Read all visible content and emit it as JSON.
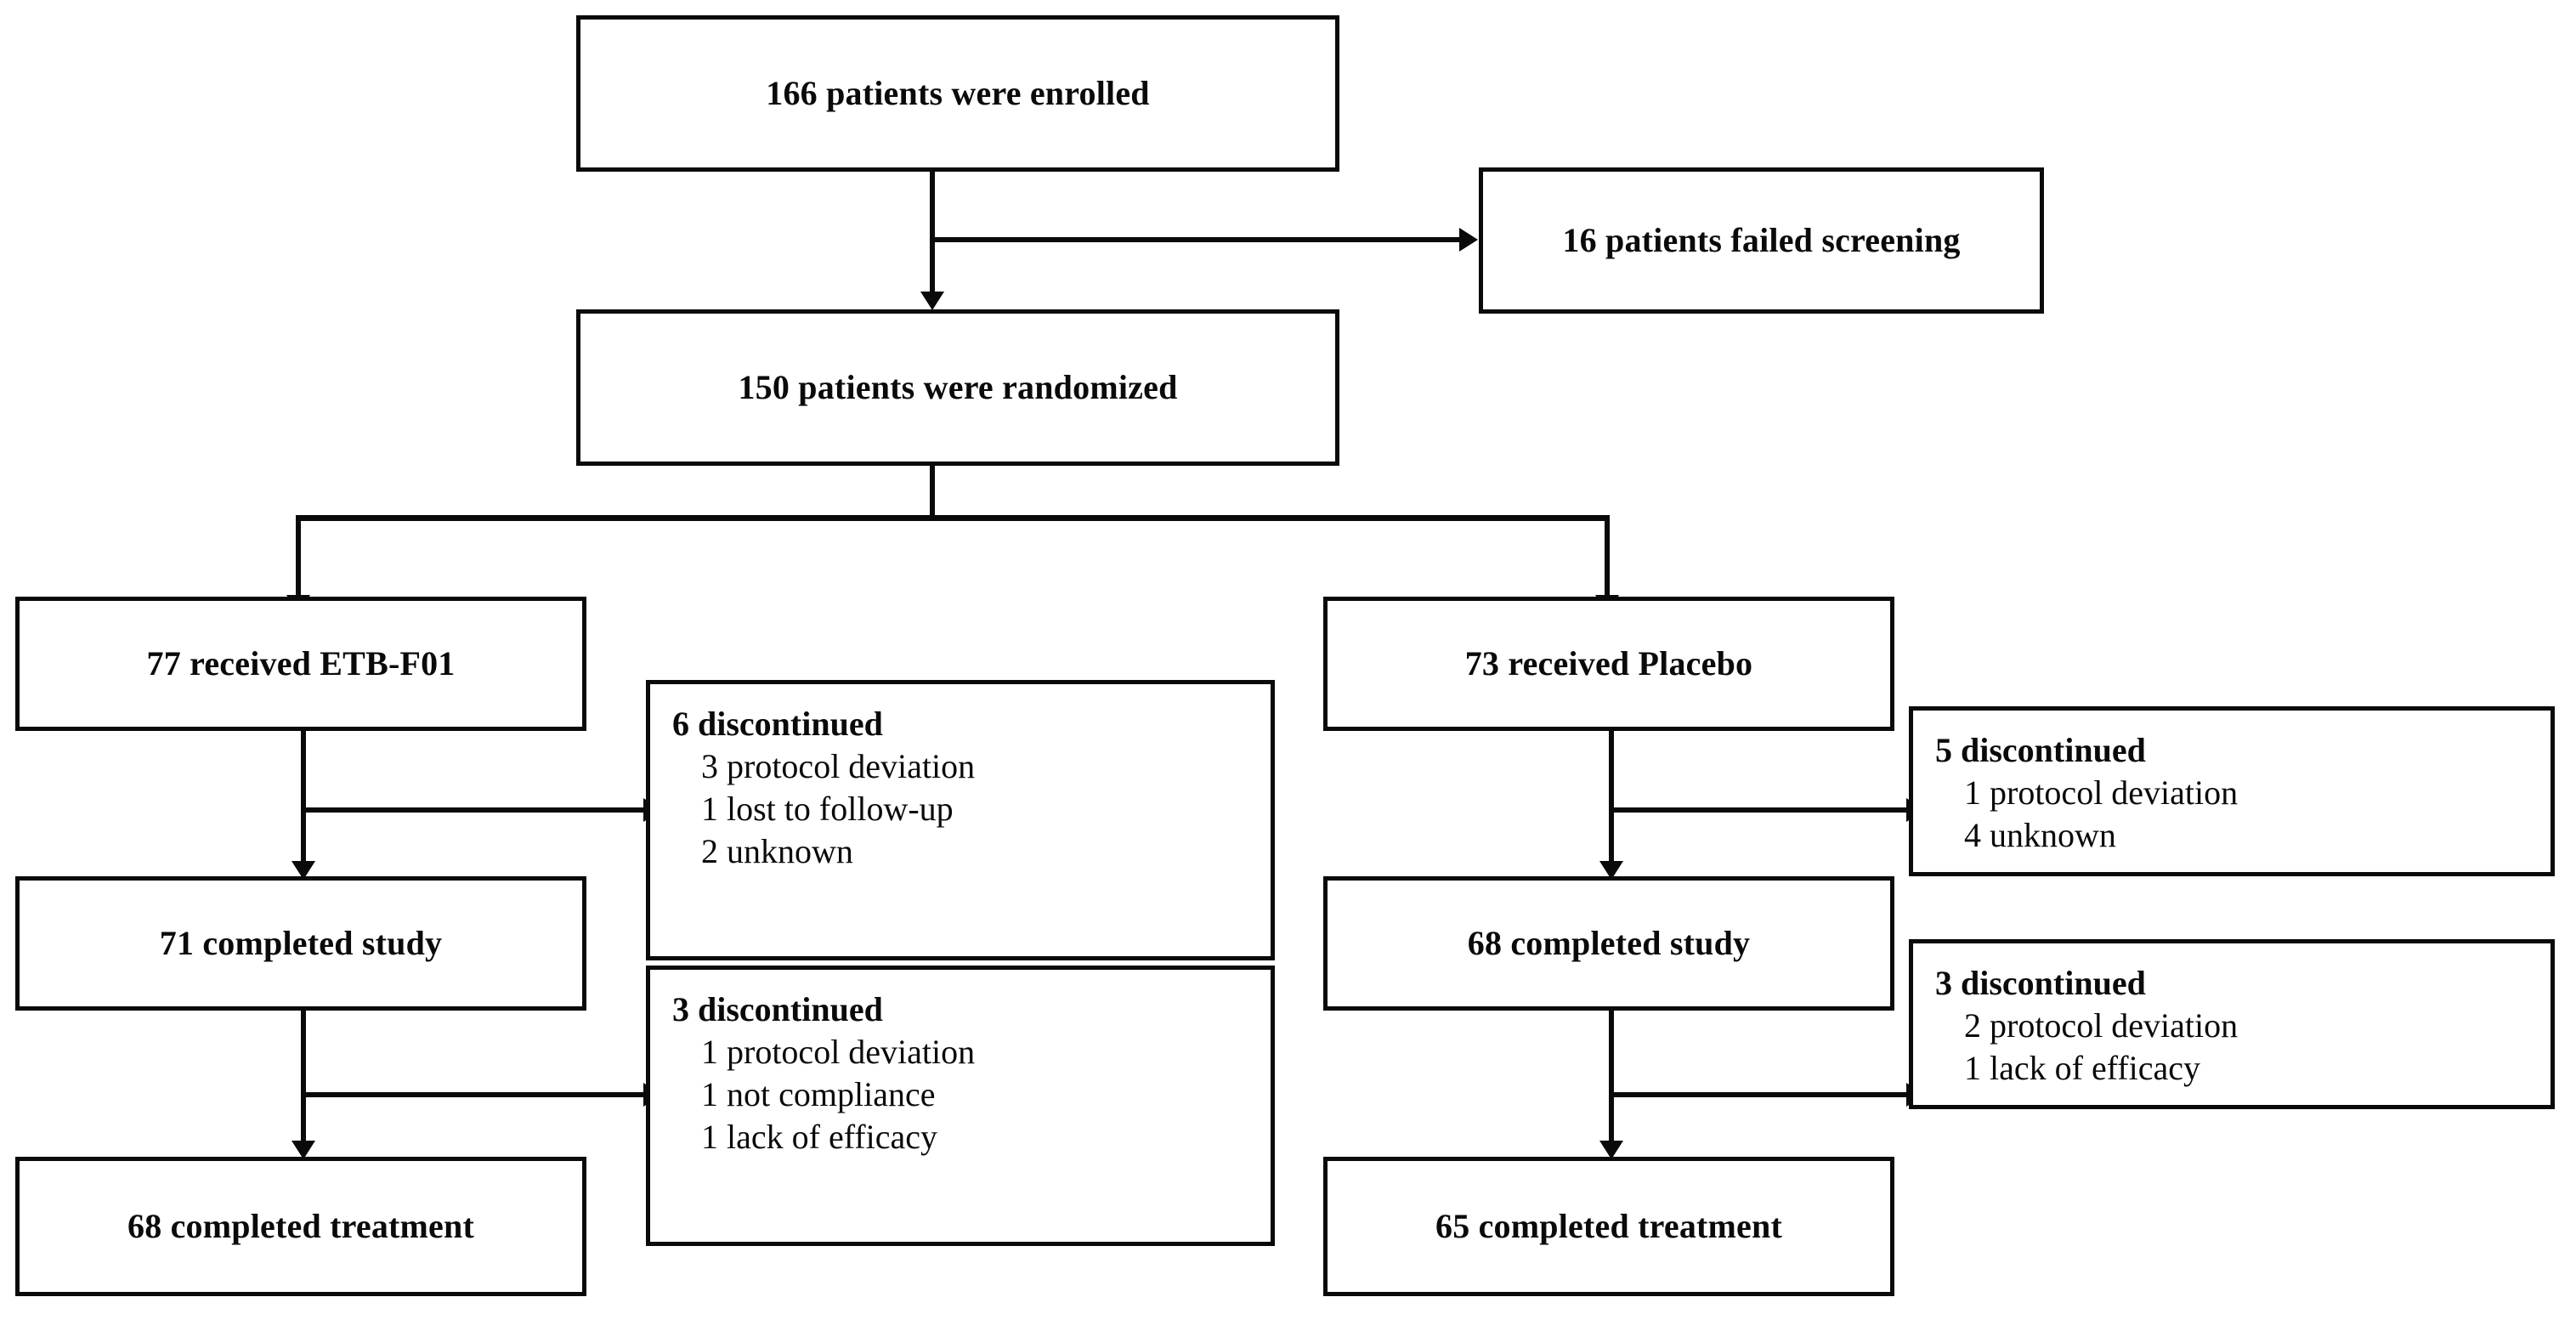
{
  "chart_data": {
    "type": "diagram",
    "title": "CONSORT patient disposition flow diagram",
    "nodes": [
      {
        "id": "enrolled",
        "text": "166 patients were enrolled"
      },
      {
        "id": "screen_fail",
        "text": "16 patients failed screening"
      },
      {
        "id": "randomized",
        "text": "150 patients were randomized"
      },
      {
        "id": "arm_treatment",
        "text": "77 received ETB-F01"
      },
      {
        "id": "arm_placebo",
        "text": "73 received Placebo"
      },
      {
        "id": "tx_disc_1",
        "head": "6 discontinued",
        "items": [
          "3 protocol deviation",
          "1 lost to follow-up",
          "2 unknown"
        ]
      },
      {
        "id": "tx_completed_study",
        "text": "71 completed study"
      },
      {
        "id": "tx_disc_2",
        "head": "3 discontinued",
        "items": [
          "1 protocol deviation",
          "1 not compliance",
          "1 lack of efficacy"
        ]
      },
      {
        "id": "tx_completed_tx",
        "text": "68 completed treatment"
      },
      {
        "id": "pb_disc_1",
        "head": "5 discontinued",
        "items": [
          "1 protocol deviation",
          "4 unknown"
        ]
      },
      {
        "id": "pb_completed_study",
        "text": "68 completed study"
      },
      {
        "id": "pb_disc_2",
        "head": "3 discontinued",
        "items": [
          "2 protocol deviation",
          "1 lack of efficacy"
        ]
      },
      {
        "id": "pb_completed_tx",
        "text": "65 completed treatment"
      }
    ],
    "edges": [
      {
        "from": "enrolled",
        "to": "screen_fail",
        "style": "elbow-right"
      },
      {
        "from": "enrolled",
        "to": "randomized",
        "style": "straight-down"
      },
      {
        "from": "randomized",
        "to": "arm_treatment",
        "style": "split-down"
      },
      {
        "from": "randomized",
        "to": "arm_placebo",
        "style": "split-down"
      },
      {
        "from": "arm_treatment",
        "to": "tx_disc_1",
        "style": "elbow-right"
      },
      {
        "from": "arm_treatment",
        "to": "tx_completed_study",
        "style": "straight-down"
      },
      {
        "from": "tx_completed_study",
        "to": "tx_disc_2",
        "style": "elbow-right"
      },
      {
        "from": "tx_completed_study",
        "to": "tx_completed_tx",
        "style": "straight-down"
      },
      {
        "from": "arm_placebo",
        "to": "pb_disc_1",
        "style": "elbow-right"
      },
      {
        "from": "arm_placebo",
        "to": "pb_completed_study",
        "style": "straight-down"
      },
      {
        "from": "pb_completed_study",
        "to": "pb_disc_2",
        "style": "elbow-right"
      },
      {
        "from": "pb_completed_study",
        "to": "pb_completed_tx",
        "style": "straight-down"
      }
    ],
    "colors": {
      "stroke": "#0a0a0a",
      "fill": "#ffffff",
      "text": "#0a0a0a"
    }
  },
  "enrolled": {
    "label": "166 patients were enrolled"
  },
  "screen_fail": {
    "label": "16 patients failed screening"
  },
  "randomized": {
    "label": "150 patients were randomized"
  },
  "treatment_arm": {
    "label": "77 received ETB-F01",
    "completed_study": "71 completed study",
    "completed_treatment": "68 completed treatment",
    "disc1": {
      "head": "6 discontinued",
      "item1": "3 protocol deviation",
      "item2": "1 lost to follow-up",
      "item3": "2 unknown"
    },
    "disc2": {
      "head": "3 discontinued",
      "item1": "1 protocol deviation",
      "item2": "1 not compliance",
      "item3": "1 lack of efficacy"
    }
  },
  "placebo_arm": {
    "label": "73 received Placebo",
    "completed_study": "68 completed study",
    "completed_treatment": "65 completed treatment",
    "disc1": {
      "head": "5 discontinued",
      "item1": "1 protocol deviation",
      "item2": "4 unknown"
    },
    "disc2": {
      "head": "3 discontinued",
      "item1": "2 protocol deviation",
      "item2": "1 lack of efficacy"
    }
  }
}
